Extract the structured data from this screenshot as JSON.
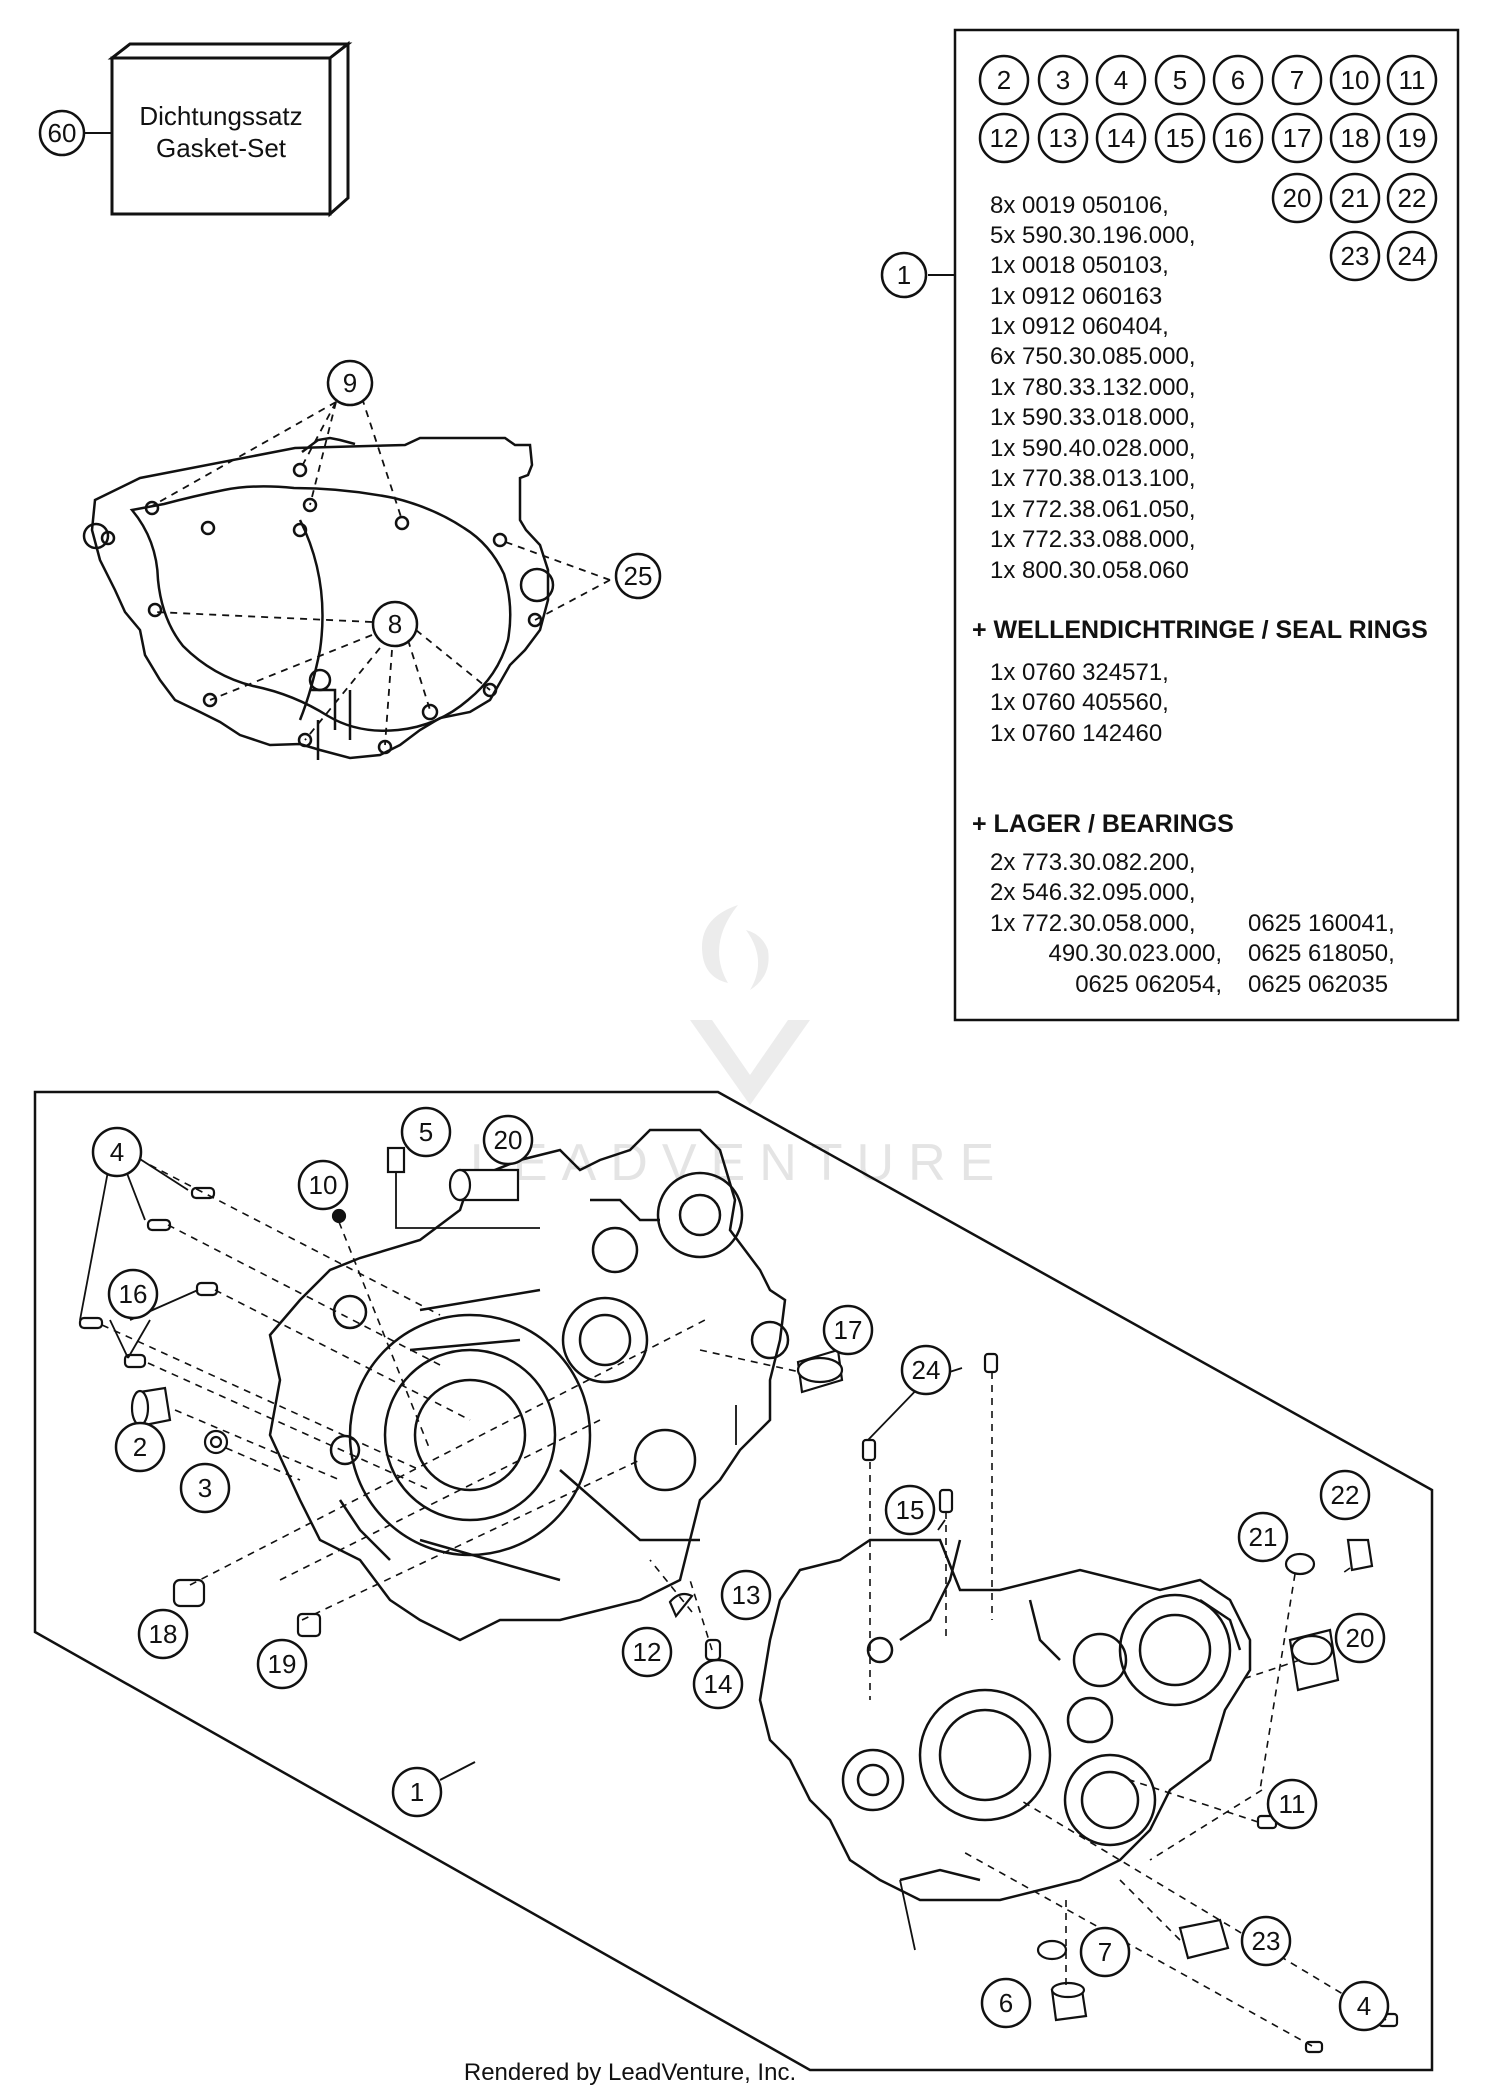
{
  "gasket_box": {
    "callout": "60",
    "line1": "Dichtungssatz",
    "line2": "Gasket-Set"
  },
  "parts_list": {
    "callout": "1",
    "bubbles": [
      "2",
      "3",
      "4",
      "5",
      "6",
      "7",
      "10",
      "11",
      "12",
      "13",
      "14",
      "15",
      "16",
      "17",
      "18",
      "19",
      "20",
      "21",
      "22",
      "23",
      "24"
    ],
    "items": [
      "8x 0019 050106,",
      "5x 590.30.196.000,",
      "1x 0018 050103,",
      "1x 0912 060163",
      "1x 0912 060404,",
      "6x 750.30.085.000,",
      "1x 780.33.132.000,",
      "1x 590.33.018.000,",
      "1x 590.40.028.000,",
      "1x 770.38.013.100,",
      "1x 772.38.061.050,",
      "1x 772.33.088.000,",
      "1x 800.30.058.060"
    ],
    "seal_header": "+ WELLENDICHTRINGE / SEAL RINGS",
    "seal_items": [
      "1x 0760 324571,",
      "1x 0760 405560,",
      "1x 0760 142460"
    ],
    "bearing_header": "+ LAGER / BEARINGS",
    "bearing_items": [
      "2x 773.30.082.200,",
      "2x 546.32.095.000,",
      "1x 772.30.058.000,",
      "490.30.023.000,",
      "0625 062054,"
    ],
    "bearing_items_right": [
      "0625 160041,",
      "0625 618050,",
      "0625 062035"
    ]
  },
  "gasket_callouts": {
    "c9": "9",
    "c8": "8",
    "c25": "25"
  },
  "crankcase_callouts": {
    "c4a": "4",
    "c5": "5",
    "c20a": "20",
    "c10": "10",
    "c16": "16",
    "c2": "2",
    "c3": "3",
    "c17": "17",
    "c24": "24",
    "c15": "15",
    "c22": "22",
    "c21": "21",
    "c20b": "20",
    "c13": "13",
    "c12": "12",
    "c14": "14",
    "c18": "18",
    "c19": "19",
    "c11": "11",
    "c1": "1",
    "c7": "7",
    "c23": "23",
    "c6": "6",
    "c4b": "4"
  },
  "watermark": "LEADVENTURE",
  "footer": "Rendered by LeadVenture, Inc."
}
